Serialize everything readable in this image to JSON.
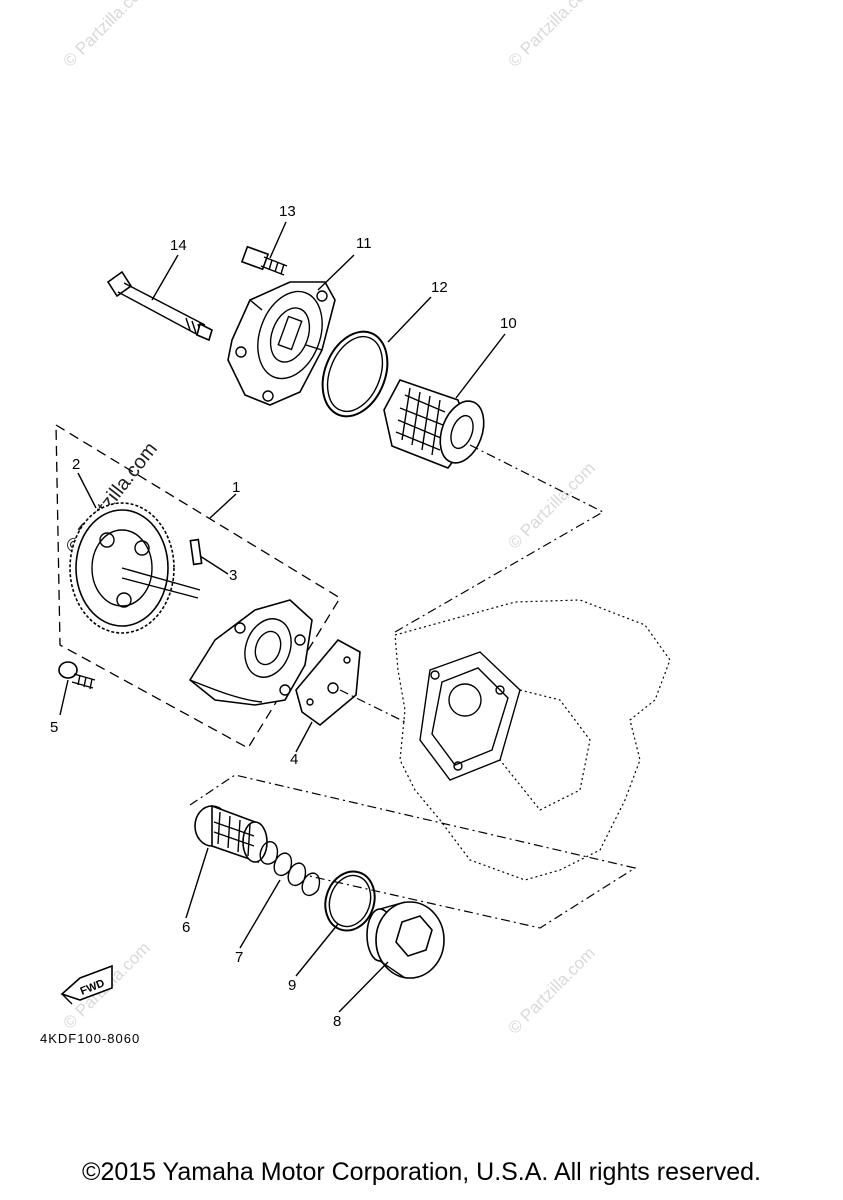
{
  "diagram": {
    "part_code": "4KDF100-8060",
    "fwd_label": "FWD",
    "watermark_text": "© Partzilla.com",
    "watermark_primary_text": "© Partzilla.com",
    "callouts": {
      "c1": "1",
      "c2": "2",
      "c3": "3",
      "c4": "4",
      "c5": "5",
      "c6": "6",
      "c7": "7",
      "c8": "8",
      "c9": "9",
      "c10": "10",
      "c11": "11",
      "c12": "12",
      "c13": "13",
      "c14": "14"
    }
  },
  "footer": {
    "copyright": "©2015 Yamaha Motor Corporation, U.S.A. All rights reserved."
  }
}
